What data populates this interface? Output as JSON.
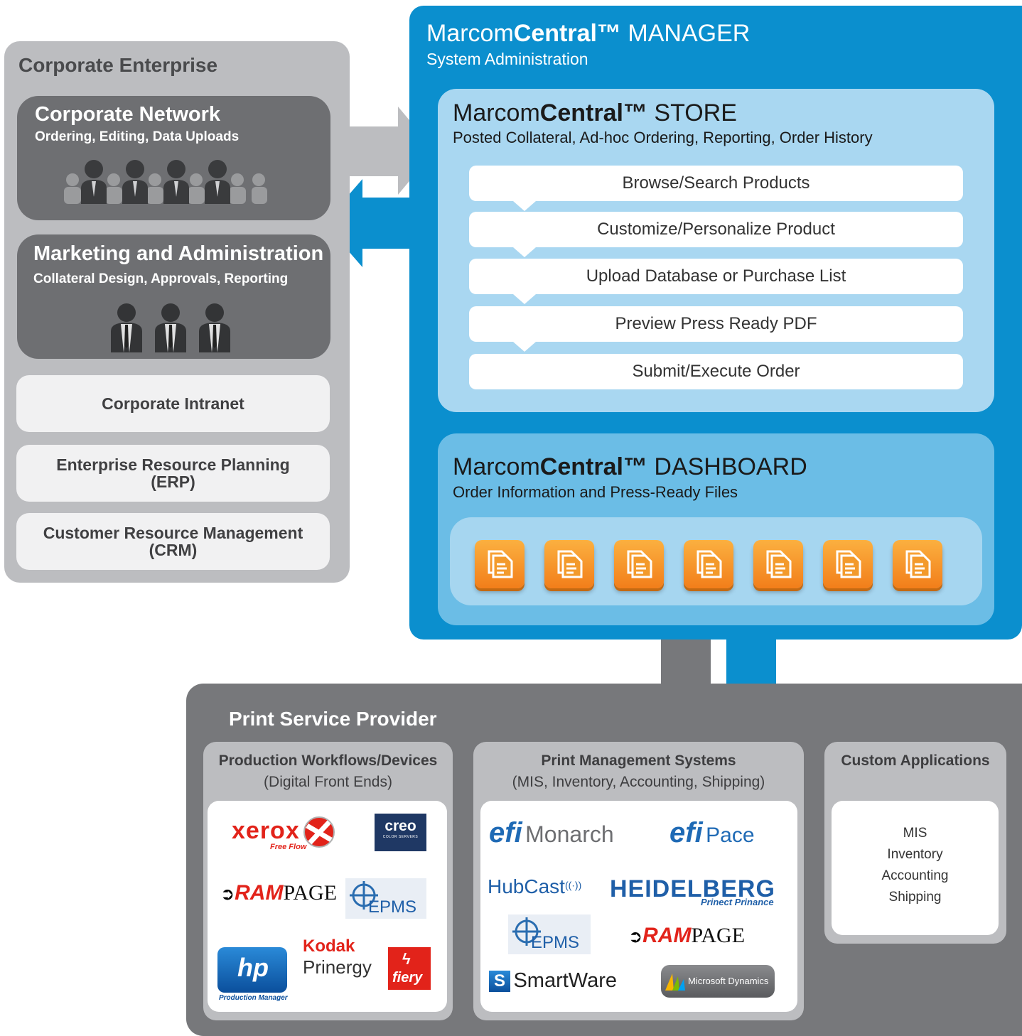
{
  "corporate": {
    "title": "Corporate Enterprise",
    "network": {
      "title": "Corporate Network",
      "subtitle": "Ordering, Editing, Data Uploads"
    },
    "marketing": {
      "title": "Marketing and Administration",
      "subtitle": "Collateral Design, Approvals, Reporting"
    },
    "intranet": "Corporate Intranet",
    "erp_line1": "Enterprise Resource Planning",
    "erp_line2": "(ERP)",
    "crm_line1": "Customer Resource Management",
    "crm_line2": "(CRM)"
  },
  "manager": {
    "brand_light": "Marcom",
    "brand_bold": "Central™",
    "title_suffix": "MANAGER",
    "subtitle": "System Administration"
  },
  "store": {
    "title_suffix": "STORE",
    "subtitle": "Posted Collateral, Ad-hoc Ordering, Reporting, Order History",
    "steps": [
      "Browse/Search Products",
      "Customize/Personalize Product",
      "Upload Database or Purchase List",
      "Preview Press Ready PDF",
      "Submit/Execute Order"
    ]
  },
  "dashboard": {
    "title_suffix": "DASHBOARD",
    "subtitle": "Order Information and Press-Ready Files",
    "file_icon": "document-file-icon"
  },
  "psp": {
    "title": "Print Service Provider",
    "production": {
      "title_line1": "Production Workflows/Devices",
      "title_line2": "(Digital Front Ends)",
      "logos": {
        "xerox": "xerox",
        "xerox_sub": "Free Flow",
        "creo": "creo",
        "creo_sub": "COLOR SERVERS",
        "rampage_bold": "RAM",
        "rampage_rest": "PAGE",
        "epms": "EPMS",
        "hp": "hp",
        "hp_sub": "Production Manager",
        "kodak": "Kodak",
        "prinergy": "Prinergy",
        "fiery": "fiery"
      }
    },
    "pms": {
      "title_line1": "Print Management Systems",
      "title_line2": "(MIS, Inventory, Accounting, Shipping)",
      "logos": {
        "efi": "efi",
        "monarch": "Monarch",
        "pace": "Pace",
        "hubcast": "HubCast",
        "heidelberg": "HEIDELBERG",
        "heidelberg_sub": "Prinect Prinance",
        "epms": "EPMS",
        "rampage_bold": "RAM",
        "rampage_rest": "PAGE",
        "smartware": "SmartWare",
        "msdynamics": "Microsoft Dynamics"
      }
    },
    "custom": {
      "title": "Custom Applications",
      "items": [
        "MIS",
        "Inventory",
        "Accounting",
        "Shipping"
      ]
    }
  },
  "colors": {
    "blue": "#0b8fce",
    "gray": "#bcbdc0",
    "darkgray": "#77787b",
    "orange": "#f7941d"
  }
}
